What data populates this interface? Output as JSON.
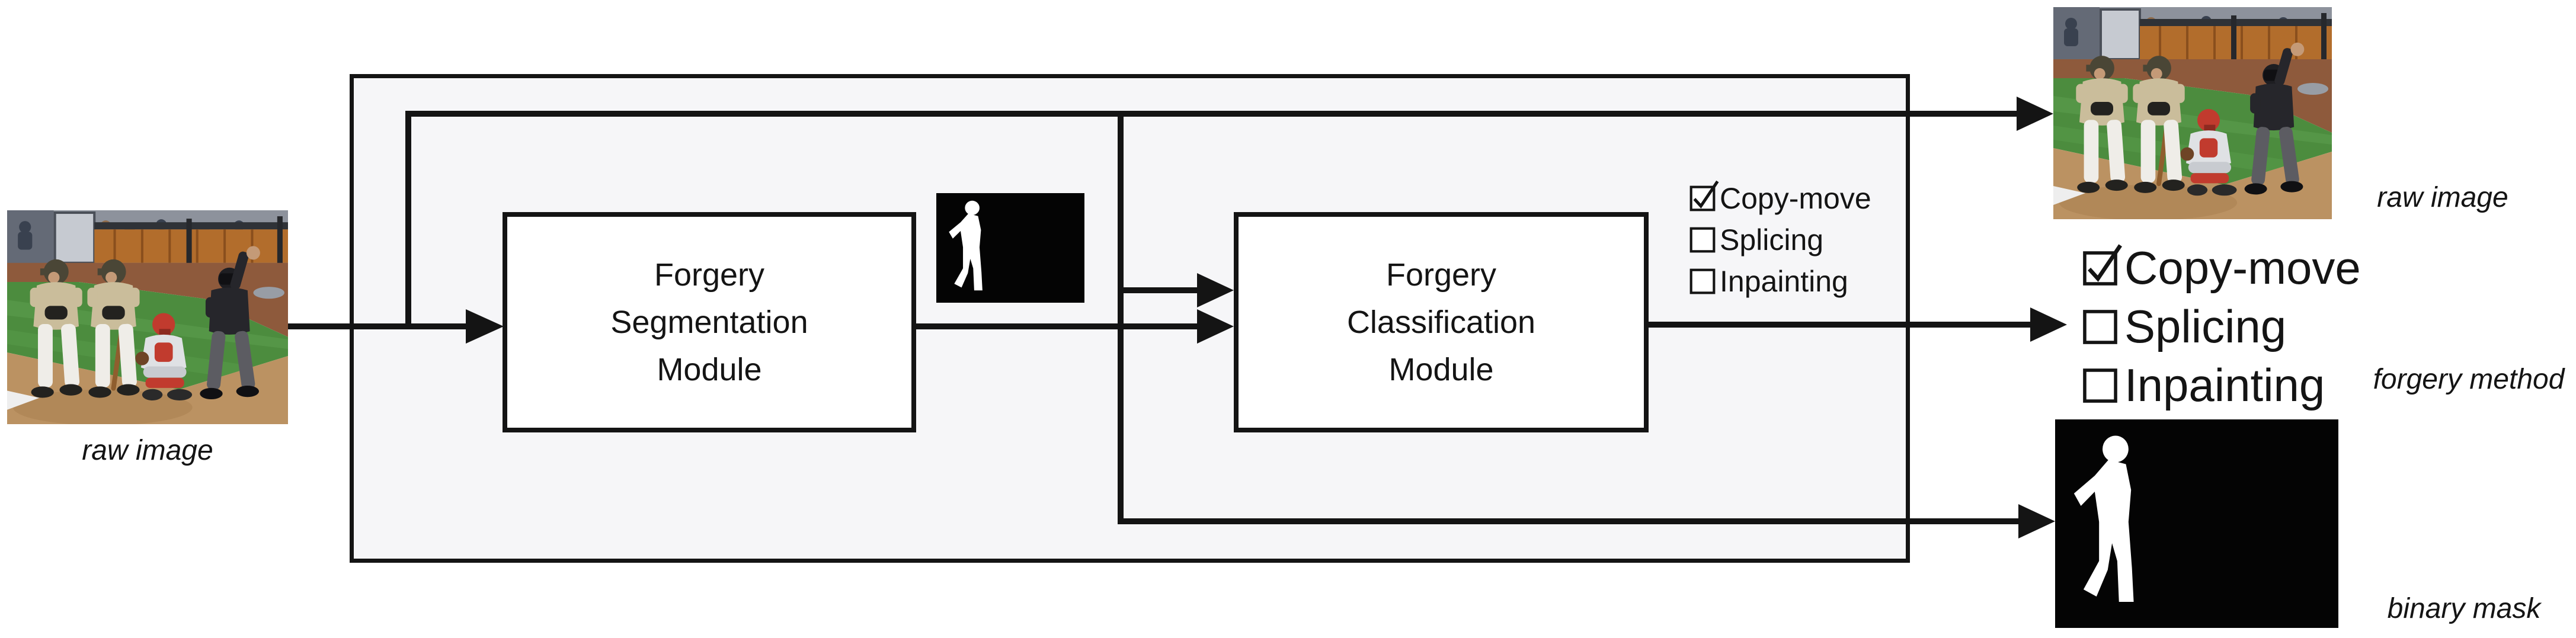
{
  "input": {
    "caption": "raw image"
  },
  "pipeline": {
    "segmentation_module": "Forgery\nSegmentation\nModule",
    "classification_module": "Forgery\nClassification\nModule",
    "inner_checklist": {
      "items": [
        {
          "label": "Copy-move",
          "checked": true
        },
        {
          "label": "Splicing",
          "checked": false
        },
        {
          "label": "Inpainting",
          "checked": false
        }
      ]
    }
  },
  "outputs": {
    "raw_image_caption": "raw image",
    "forgery_method": {
      "caption": "forgery method",
      "items": [
        {
          "label": "Copy-move",
          "checked": true
        },
        {
          "label": "Splicing",
          "checked": false
        },
        {
          "label": "Inpainting",
          "checked": false
        }
      ]
    },
    "binary_mask_caption": "binary mask"
  },
  "colors": {
    "line": "#141414",
    "pipeline_fill": "#f6f6f8",
    "mask_background": "#000000",
    "mask_foreground": "#ffffff"
  }
}
